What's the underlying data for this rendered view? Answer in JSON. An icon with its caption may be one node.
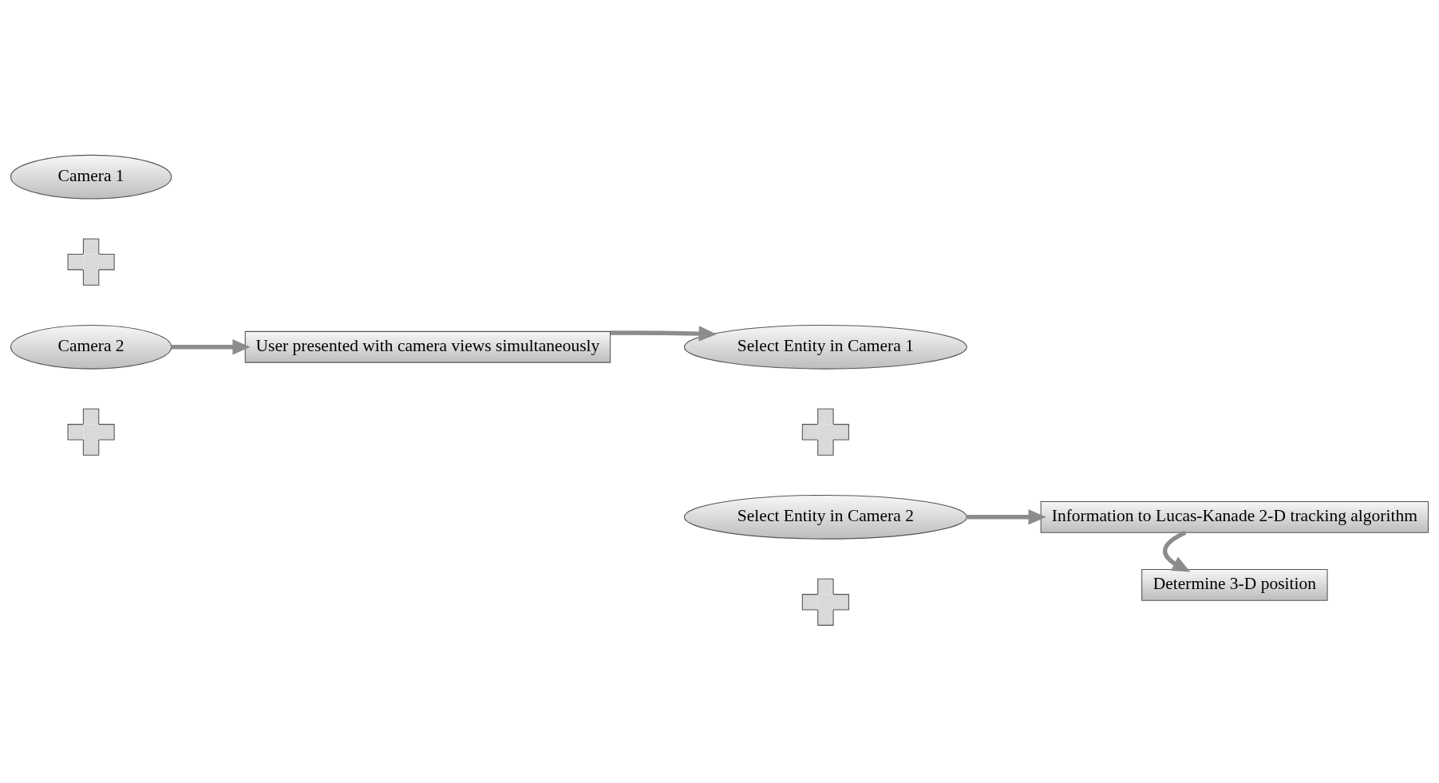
{
  "diagram": {
    "nodes": [
      {
        "text": [
          "Camera 1"
        ]
      },
      {
        "text": [
          "Select Entity in Camera 1"
        ]
      },
      {
        "text": [
          "Determine 3-D position"
        ]
      },
      {
        "text": [],
        "shape": "cross"
      },
      {
        "text": [
          "User presented with camera views simultaneously"
        ]
      },
      {
        "text": [],
        "shape": "cross"
      },
      {
        "text": [
          "Information to Lucas-Kanade 2-D tracking algorithm"
        ]
      },
      {
        "text": [
          "Camera 2"
        ]
      },
      {
        "text": [
          "Select Entity in Camera 2"
        ]
      },
      {
        "text": [],
        "shape": "cross"
      },
      {
        "text": [],
        "shape": "cross"
      }
    ],
    "edges": [
      {
        "from": 7,
        "to": 4,
        "arrow": "to"
      },
      {
        "from": 4,
        "to": 1,
        "arrow": "to"
      },
      {
        "from": 8,
        "to": 6,
        "arrow": "to"
      },
      {
        "from": 6,
        "to": 2,
        "arrow": "to"
      }
    ]
  }
}
